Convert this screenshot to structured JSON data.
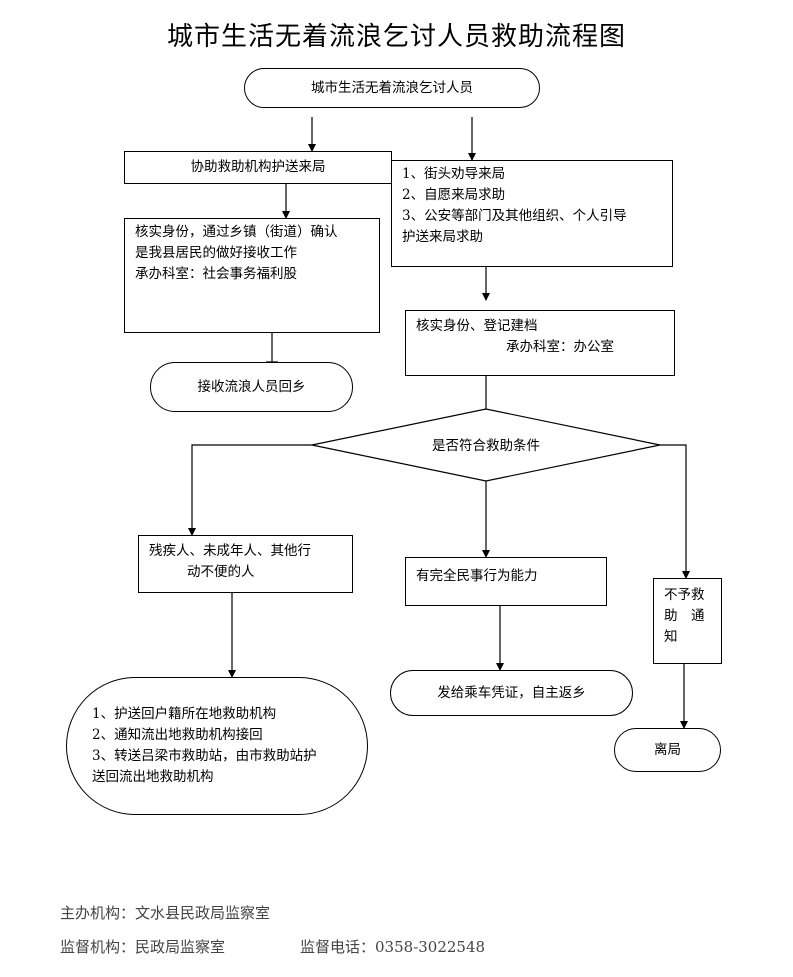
{
  "title": "城市生活无着流浪乞讨人员救助流程图",
  "nodes": {
    "start": "城市生活无着流浪乞讨人员",
    "assist_escort": "协助救助机构护送来局",
    "left_verify": [
      "核实身份，通过乡镇（街道）确认",
      "是我县居民的做好接收工作",
      "承办科室：社会事务福利股"
    ],
    "return_home": "接收流浪人员回乡",
    "channels": [
      "1、街头劝导来局",
      "2、自愿来局求助",
      "3、公安等部门及其他组织、个人引导",
      "护送来局求助"
    ],
    "verify_register": "核实身份、登记建档",
    "verify_office": "承办科室：办公室",
    "decision": "是否符合救助条件",
    "disabled": [
      "残疾人、未成年人、其他行",
      "动不便的人"
    ],
    "capable": "有完全民事行为能力",
    "not_eligible": [
      "不予救",
      "助　通",
      "知"
    ],
    "disabled_actions": [
      "1、护送回户籍所在地救助机构",
      "2、通知流出地救助机构接回",
      "3、转送吕梁市救助站，由市救助站护",
      "送回流出地救助机构"
    ],
    "ticket": "发给乘车凭证，自主返乡",
    "leave": "离局"
  },
  "footer": {
    "host_label": "主办机构：",
    "host_value": "文水县民政局监察室",
    "supervisor_label": "监督机构：",
    "supervisor_value": "民政局监察室",
    "phone_label": "监督电话：",
    "phone_value": "0358-3022548"
  }
}
